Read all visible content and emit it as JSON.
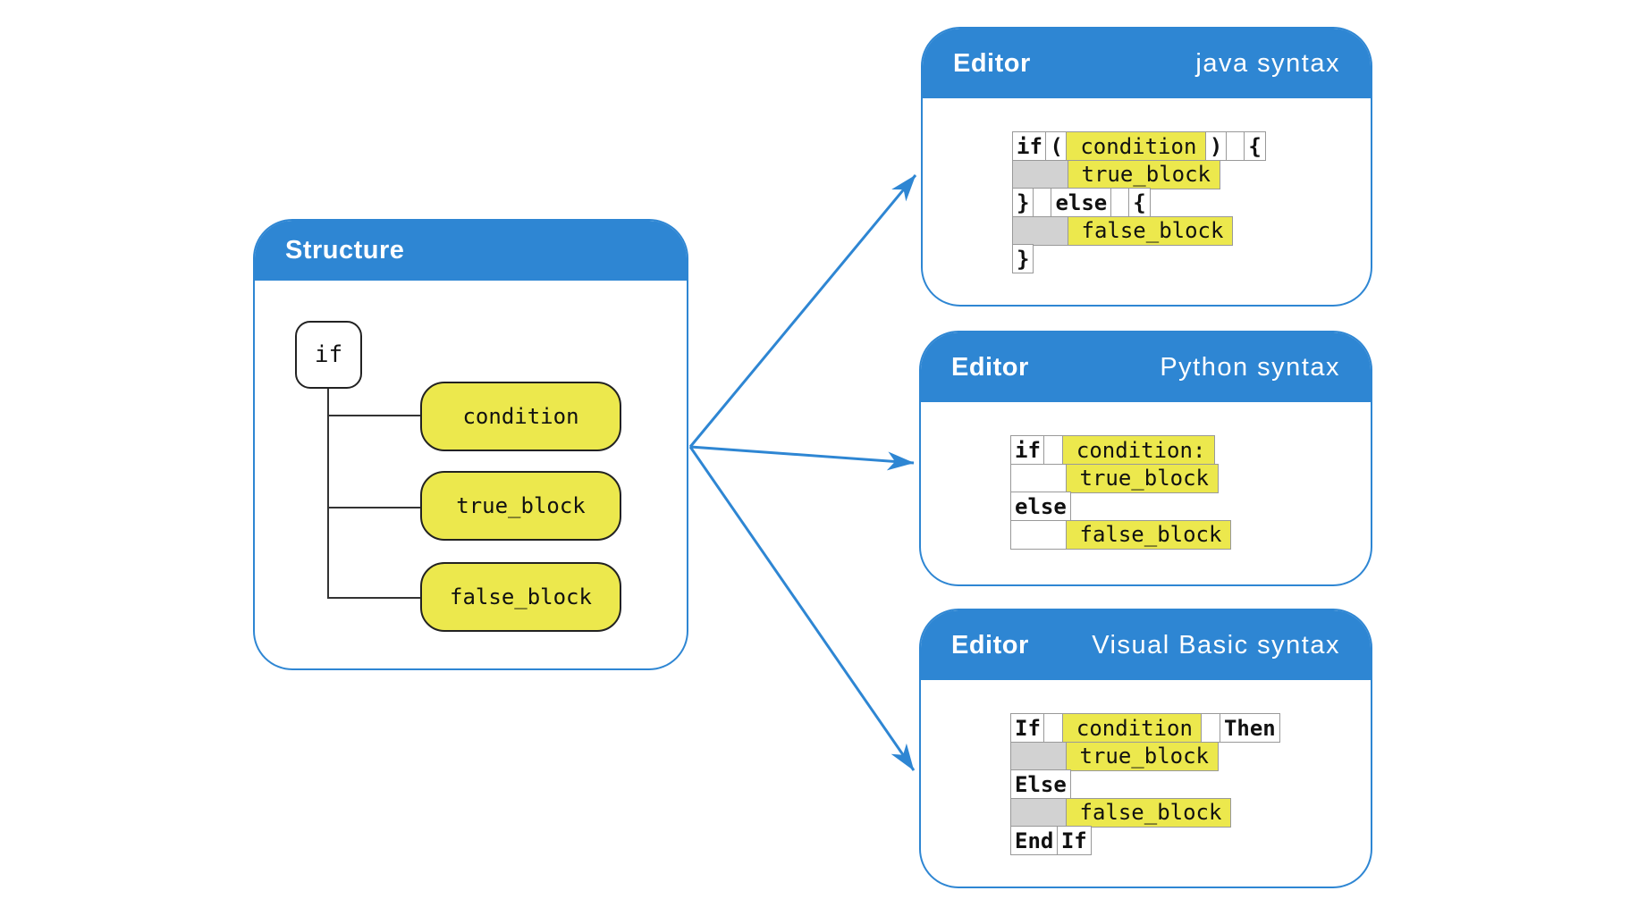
{
  "colors": {
    "accent_blue": "#2e86d3",
    "highlight_yellow": "#ece84d",
    "indent_gray": "#d2d2d2",
    "cell_border": "#999999"
  },
  "structure": {
    "title": "Structure",
    "root_label": "if",
    "children": [
      {
        "label": "condition"
      },
      {
        "label": "true_block"
      },
      {
        "label": "false_block"
      }
    ]
  },
  "editors": [
    {
      "title": "Editor",
      "syntax_label": "java syntax",
      "lines": [
        {
          "cells": [
            {
              "t": "if",
              "y": "kw"
            },
            {
              "t": "(",
              "y": "kw"
            },
            {
              "t": "condition",
              "y": "ph"
            },
            {
              "t": ")",
              "y": "kw"
            },
            {
              "t": "",
              "y": "sp"
            },
            {
              "t": "{",
              "y": "kw"
            }
          ]
        },
        {
          "cells": [
            {
              "t": "",
              "y": "ind"
            },
            {
              "t": "true_block",
              "y": "ph"
            }
          ]
        },
        {
          "cells": [
            {
              "t": "}",
              "y": "kw"
            },
            {
              "t": "",
              "y": "sp"
            },
            {
              "t": "else",
              "y": "kw"
            },
            {
              "t": "",
              "y": "sp"
            },
            {
              "t": "{",
              "y": "kw"
            }
          ]
        },
        {
          "cells": [
            {
              "t": "",
              "y": "ind"
            },
            {
              "t": "false_block",
              "y": "ph"
            }
          ]
        },
        {
          "cells": [
            {
              "t": "}",
              "y": "kw"
            }
          ]
        }
      ]
    },
    {
      "title": "Editor",
      "syntax_label": "Python syntax",
      "lines": [
        {
          "cells": [
            {
              "t": "if",
              "y": "kw"
            },
            {
              "t": "",
              "y": "sp"
            },
            {
              "t": "condition:",
              "y": "ph"
            }
          ]
        },
        {
          "cells": [
            {
              "t": "",
              "y": "indw"
            },
            {
              "t": "true_block",
              "y": "ph"
            }
          ]
        },
        {
          "cells": [
            {
              "t": "else",
              "y": "kw"
            }
          ]
        },
        {
          "cells": [
            {
              "t": "",
              "y": "indw"
            },
            {
              "t": "false_block",
              "y": "ph"
            }
          ]
        }
      ]
    },
    {
      "title": "Editor",
      "syntax_label": "Visual Basic syntax",
      "lines": [
        {
          "cells": [
            {
              "t": "If",
              "y": "kw"
            },
            {
              "t": "",
              "y": "sp"
            },
            {
              "t": "condition",
              "y": "ph"
            },
            {
              "t": "",
              "y": "sp"
            },
            {
              "t": "Then",
              "y": "kw"
            }
          ]
        },
        {
          "cells": [
            {
              "t": "",
              "y": "ind"
            },
            {
              "t": "true_block",
              "y": "ph"
            }
          ]
        },
        {
          "cells": [
            {
              "t": "Else",
              "y": "kw"
            }
          ]
        },
        {
          "cells": [
            {
              "t": "",
              "y": "ind"
            },
            {
              "t": "false_block",
              "y": "ph"
            }
          ]
        },
        {
          "cells": [
            {
              "t": "End",
              "y": "kw"
            },
            {
              "t": "If",
              "y": "kw"
            }
          ]
        }
      ]
    }
  ]
}
